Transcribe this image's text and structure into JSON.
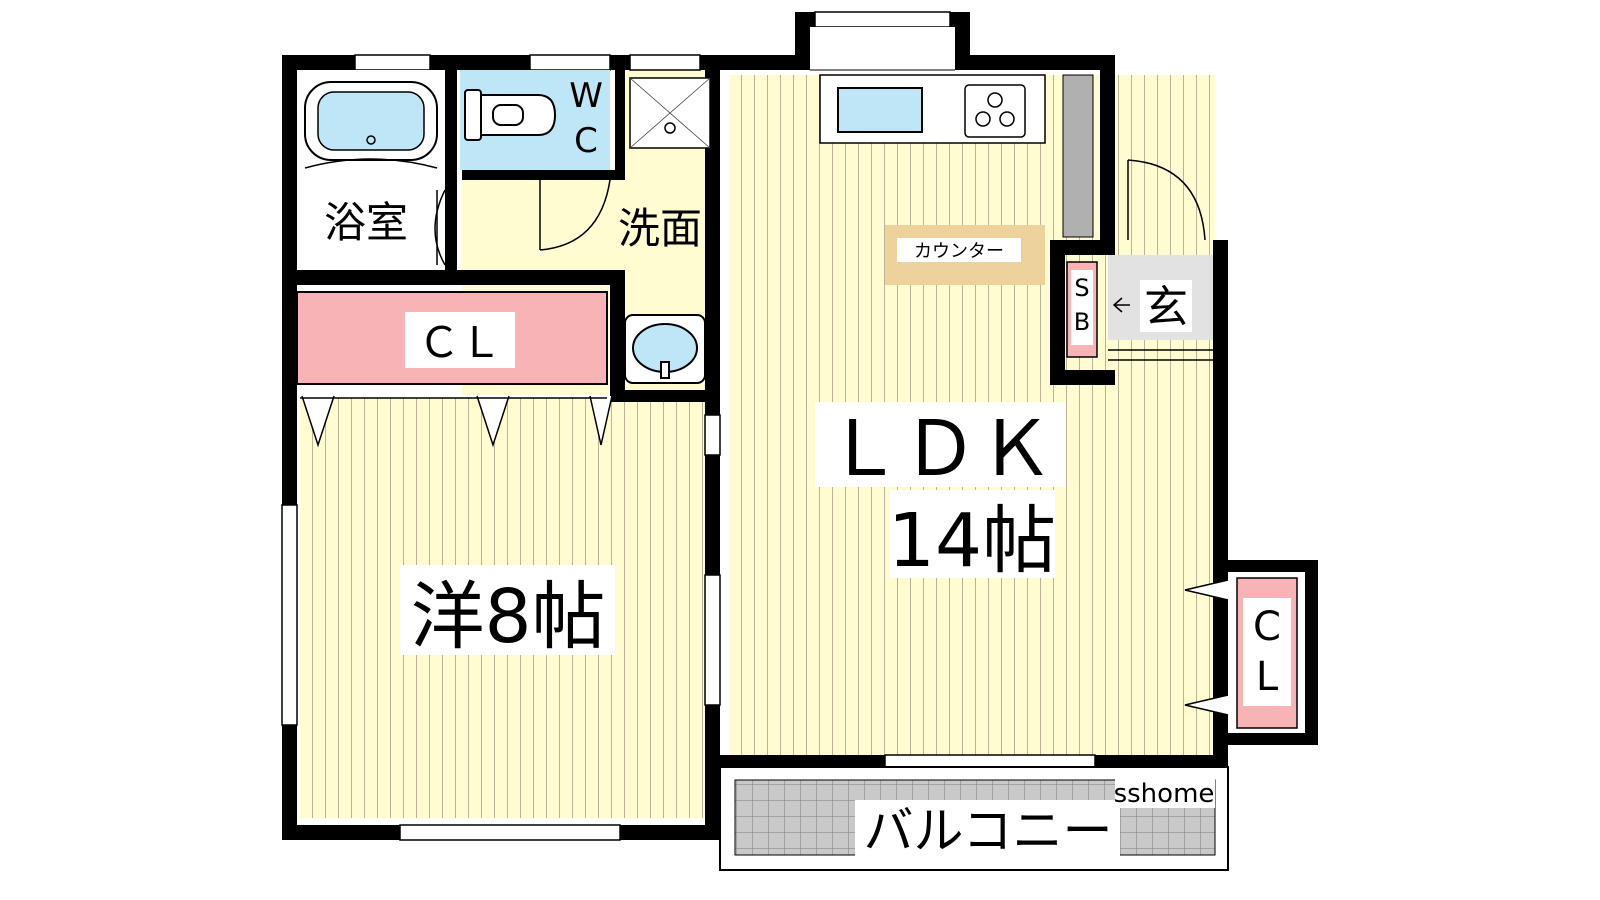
{
  "colors": {
    "floor": "#fffcd2",
    "floor_line": "#b8b49a",
    "wall": "#000000",
    "closet": "#f7b3b5",
    "water": "#bfe6f7",
    "counter": "#eed29b",
    "column": "#b0b0b0",
    "tile": "#c9c9c9"
  },
  "rooms": {
    "bath": "浴室",
    "wc_top": "W",
    "wc_bottom": "C",
    "washroom": "洗面",
    "closet_left": "ＣＬ",
    "western_room": "洋8帖",
    "ldk_name": "ＬＤＫ",
    "ldk_size": "14帖",
    "counter": "カウンター",
    "shoe_box_top": "S",
    "shoe_box_bottom": "B",
    "entrance": "玄",
    "closet_right_top": "C",
    "closet_right_bottom": "L",
    "balcony": "バルコニー"
  },
  "watermark": "sshome",
  "icons": [
    "bathtub-icon",
    "toilet-icon",
    "washing-machine-icon",
    "kitchen-sink-icon",
    "gas-stove-icon",
    "wash-basin-icon",
    "door-swing-icon"
  ]
}
